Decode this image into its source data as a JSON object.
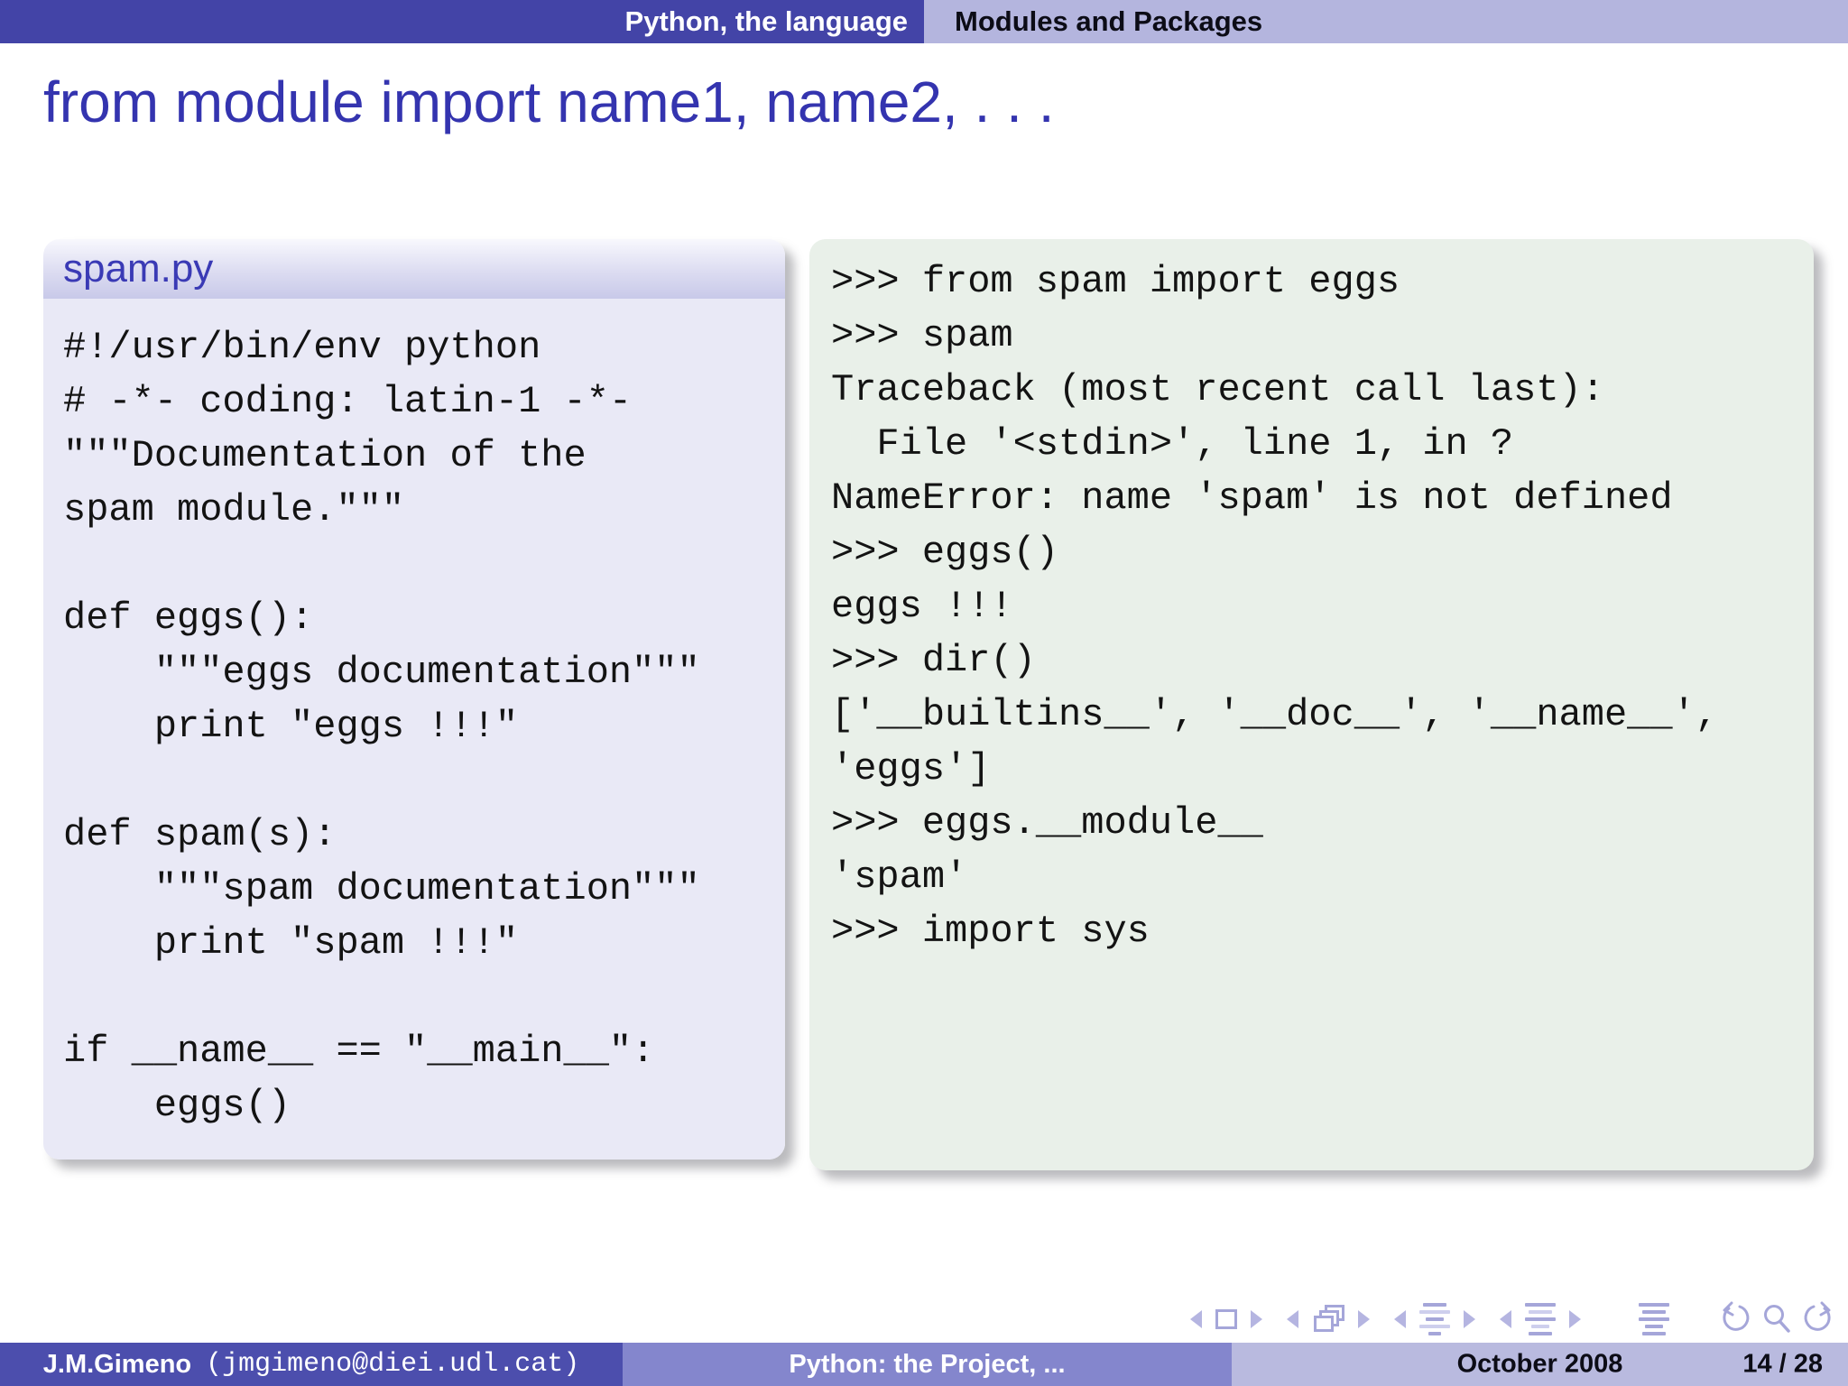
{
  "header": {
    "section_left": "Python, the language",
    "section_right": "Modules and Packages"
  },
  "title": "from module import name1, name2, . . .",
  "code_block": {
    "title": "spam.py",
    "lines": [
      "#!/usr/bin/env python",
      "# -*- coding: latin-1 -*-",
      "\"\"\"Documentation of the",
      "spam module.\"\"\"",
      "",
      "def eggs():",
      "    \"\"\"eggs documentation\"\"\"",
      "    print \"eggs !!!\"",
      "",
      "def spam(s):",
      "    \"\"\"spam documentation\"\"\"",
      "    print \"spam !!!\"",
      "",
      "if __name__ == \"__main__\":",
      "    eggs()"
    ]
  },
  "repl_block": {
    "lines": [
      ">>> from spam import eggs",
      ">>> spam",
      "Traceback (most recent call last):",
      "  File '<stdin>', line 1, in ?",
      "NameError: name 'spam' is not defined",
      ">>> eggs()",
      "eggs !!!",
      ">>> dir()",
      "['__builtins__', '__doc__', '__name__',",
      "'eggs']",
      ">>> eggs.__module__",
      "'spam'",
      ">>> import sys"
    ]
  },
  "nav_symbols": [
    "prev-slide",
    "slide-frame",
    "next-slide",
    "prev-frame",
    "frames-stack",
    "next-frame",
    "prev-subsection",
    "subsection-lines",
    "next-subsection",
    "prev-section",
    "section-lines",
    "next-section",
    "appendix-lines",
    "history-back",
    "search",
    "history-forward"
  ],
  "footer": {
    "author": "J.M.Gimeno",
    "email": "(jmgimeno@diei.udl.cat)",
    "presentation_title": "Python: the Project, ...",
    "date": "October 2008",
    "page": "14 / 28"
  },
  "colors": {
    "structure_blue": "#3434af",
    "header_dark_bg": "#4344a7",
    "header_light_bg": "#b4b5de",
    "block_title_color": "#3a3ab5",
    "block_header_bg": "#c8c9e9",
    "block_body_bg": "#e9e9f6",
    "example_body_bg": "#e9f0e9",
    "footer_author_bg": "#4c4ead",
    "footer_title_bg": "#8486cd",
    "footer_date_bg": "#b9badf",
    "nav_icon_color": "#9c9dd5"
  }
}
